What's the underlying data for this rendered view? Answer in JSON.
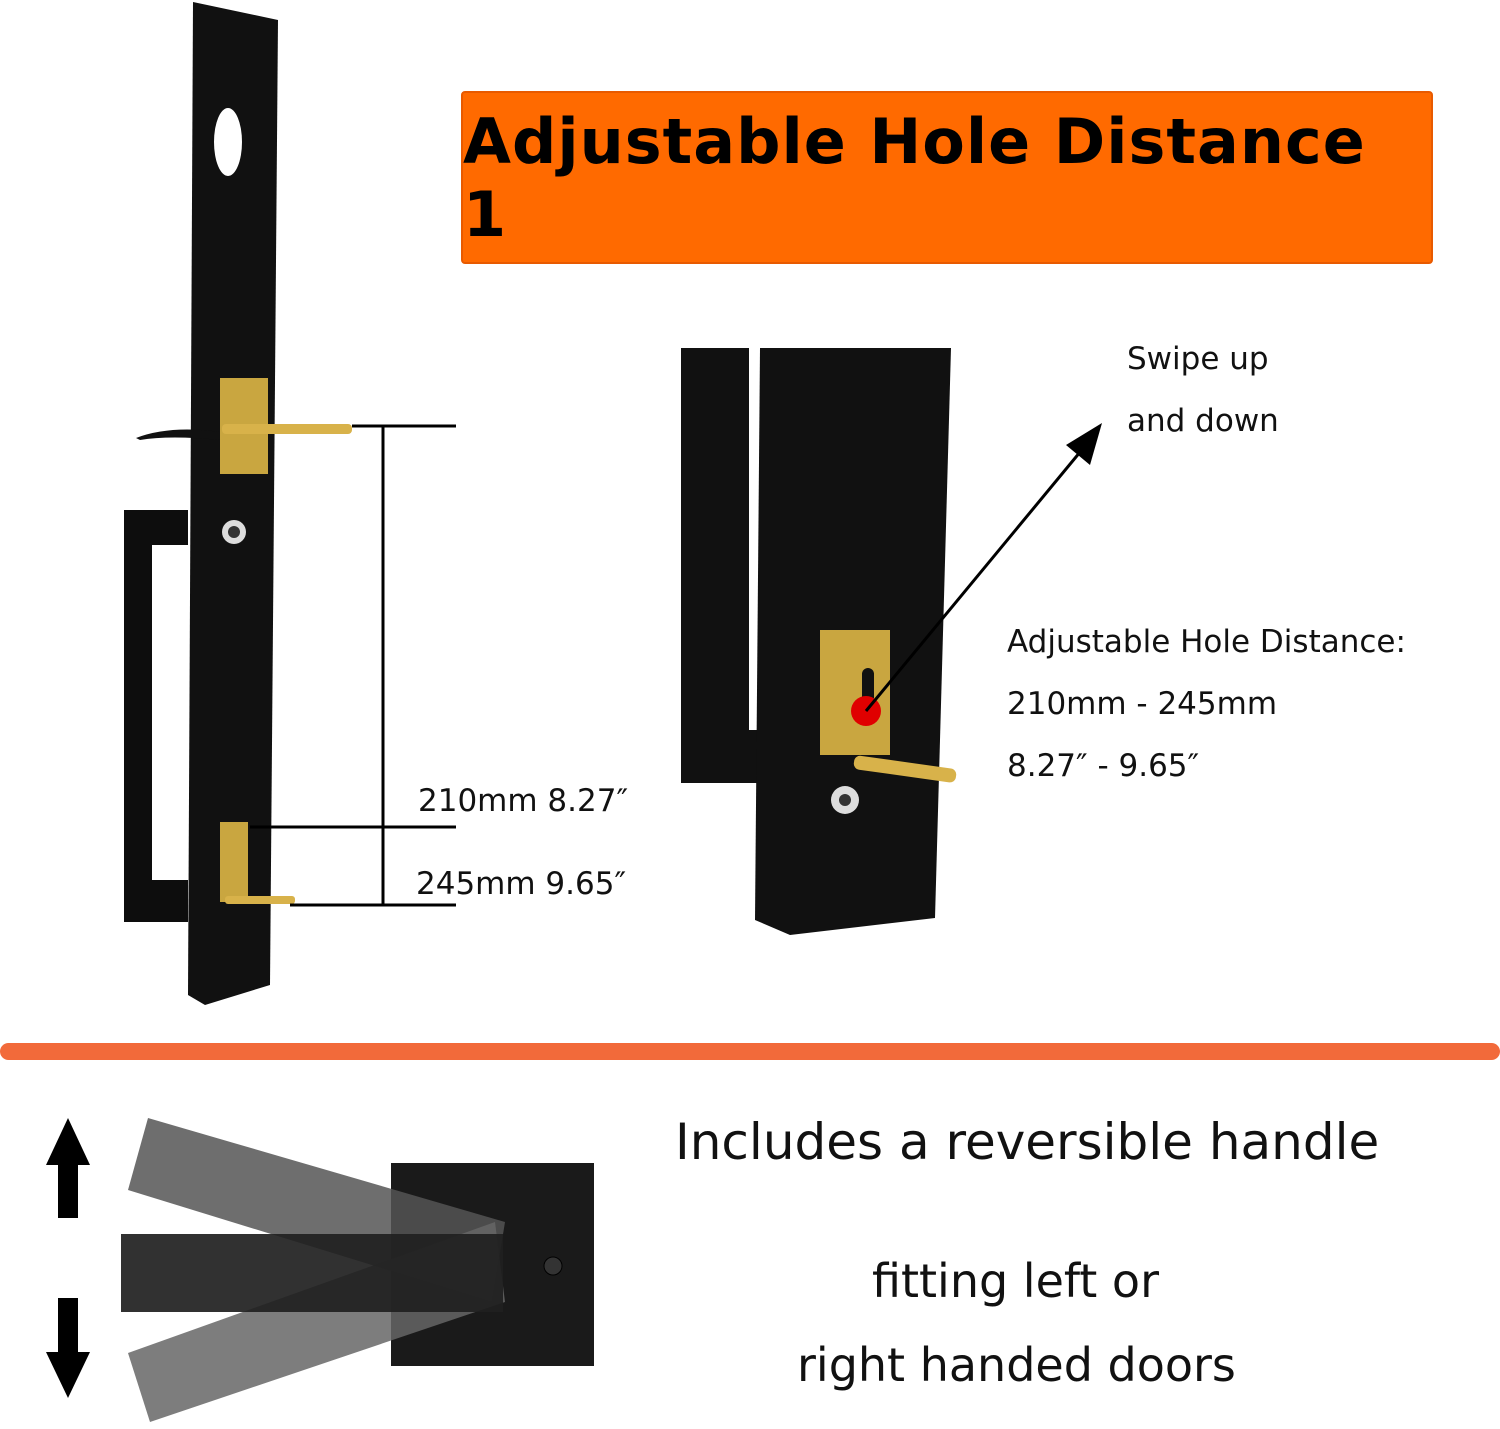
{
  "banner": {
    "title": "Adjustable Hole Distance 1",
    "color": "#ff6a00"
  },
  "left_diagram": {
    "measure_1": "210mm 8.27″",
    "measure_2": "245mm 9.65″"
  },
  "right_diagram": {
    "swipe_line1": "Swipe up",
    "swipe_line2": "and down",
    "adjust_title": "Adjustable Hole Distance:",
    "adjust_mm": "210mm - 245mm",
    "adjust_in": "8.27″ - 9.65″"
  },
  "divider_color": "#f26a3a",
  "bottom": {
    "headline": "Includes a reversible handle",
    "line1": "fitting left or",
    "line2": "right handed doors"
  }
}
